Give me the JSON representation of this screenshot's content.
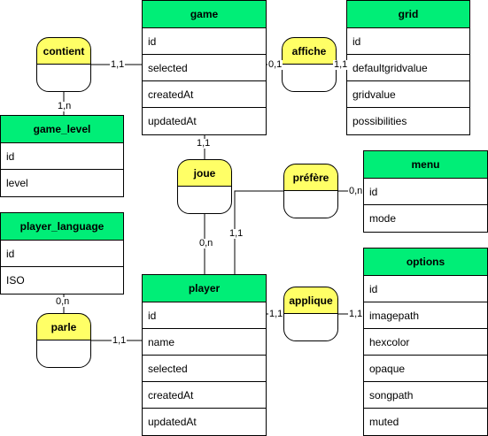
{
  "entities": {
    "game": {
      "title": "game",
      "attributes": [
        "id",
        "selected",
        "createdAt",
        "updatedAt"
      ]
    },
    "grid": {
      "title": "grid",
      "attributes": [
        "id",
        "defaultgridvalue",
        "gridvalue",
        "possibilities"
      ]
    },
    "game_level": {
      "title": "game_level",
      "attributes": [
        "id",
        "level"
      ]
    },
    "menu": {
      "title": "menu",
      "attributes": [
        "id",
        "mode"
      ]
    },
    "player_language": {
      "title": "player_language",
      "attributes": [
        "id",
        "ISO"
      ]
    },
    "player": {
      "title": "player",
      "attributes": [
        "id",
        "name",
        "selected",
        "createdAt",
        "updatedAt"
      ]
    },
    "options": {
      "title": "options",
      "attributes": [
        "id",
        "imagepath",
        "hexcolor",
        "opaque",
        "songpath",
        "muted"
      ]
    }
  },
  "relations": {
    "contient": "contient",
    "affiche": "affiche",
    "joue": "joue",
    "prefere": "préfère",
    "applique": "applique",
    "parle": "parle"
  },
  "cardinalities": {
    "contient_game": "1,1",
    "contient_game_level": "1,n",
    "affiche_game": "0,1",
    "affiche_grid": "1,1",
    "joue_game": "1,1",
    "joue_player": "0,n",
    "prefere_menu": "0,n",
    "prefere_player": "1,1",
    "applique_player": "1,1",
    "applique_options": "1,1",
    "parle_player_language": "0,n",
    "parle_player": "1,1"
  },
  "colors": {
    "entity_header": "#00ee77",
    "relation_fill": "#ffff66",
    "stroke": "#000000"
  }
}
